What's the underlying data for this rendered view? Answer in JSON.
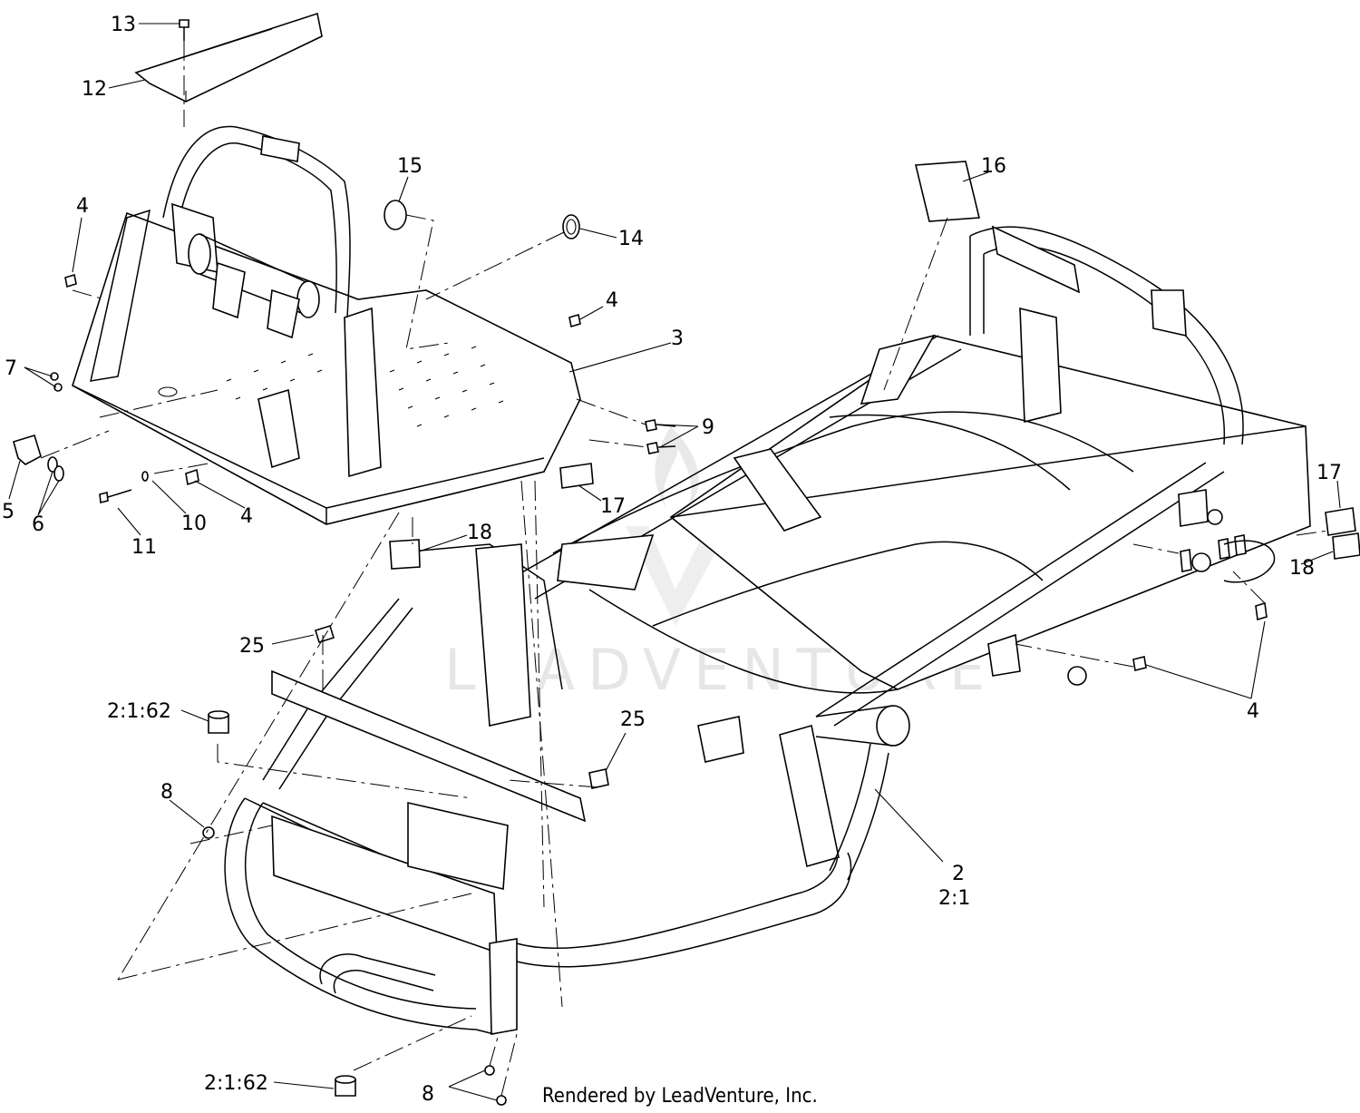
{
  "labels": {
    "l13": "13",
    "l12": "12",
    "l15": "15",
    "l16": "16",
    "l14": "14",
    "l4a": "4",
    "l4b": "4",
    "l4c": "4",
    "l4d": "4",
    "l3": "3",
    "l7": "7",
    "l9": "9",
    "l5": "5",
    "l6": "6",
    "l10": "10",
    "l11": "11",
    "l17a": "17",
    "l17b": "17",
    "l18a": "18",
    "l18b": "18",
    "l25a": "25",
    "l25b": "25",
    "l2162a": "2:1:62",
    "l2162b": "2:1:62",
    "l8a": "8",
    "l8b": "8",
    "l2": "2",
    "l21": "2:1"
  },
  "footer": "Rendered by LeadVenture, Inc.",
  "watermark": "LEADVENTURE"
}
